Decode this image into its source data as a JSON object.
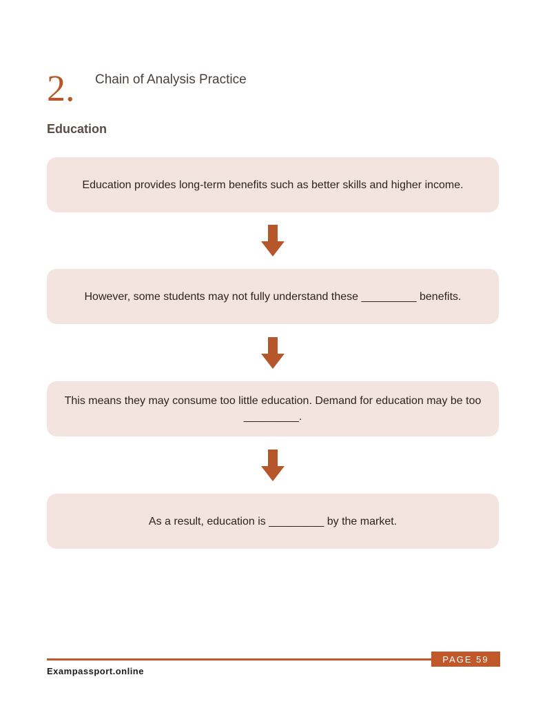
{
  "section": {
    "number": "2.",
    "title": "Chain of Analysis Practice"
  },
  "subject": "Education",
  "chain": [
    {
      "text": "Education provides long-term benefits such as better skills and higher income."
    },
    {
      "text": "However, some students may not fully understand these _________ benefits."
    },
    {
      "text": "This means they may consume too little education. Demand for education may be too _________."
    },
    {
      "text": "As a result, education is _________ by the market."
    }
  ],
  "footer": {
    "page_label": "PAGE 59",
    "site": "Exampassport.online"
  },
  "colors": {
    "accent": "#c0582a",
    "box_fill": "#f4e4df"
  },
  "icons": {
    "arrow": "down-arrow-icon"
  }
}
